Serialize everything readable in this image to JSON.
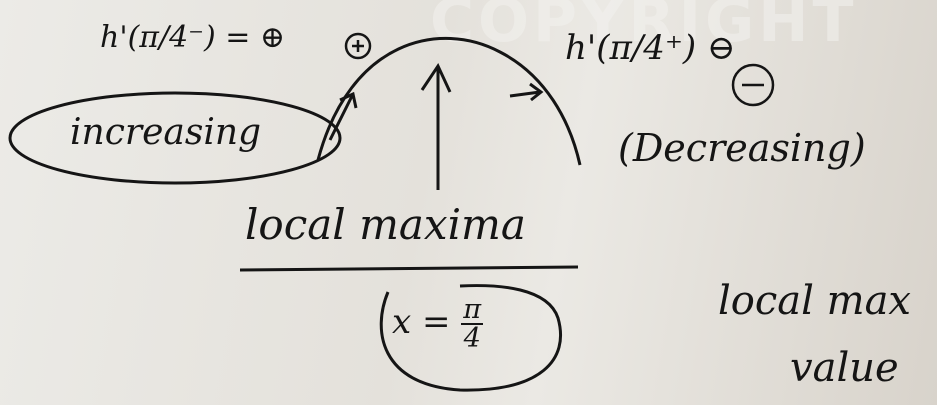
{
  "notes": {
    "left_derivative_label": "h'(π/4⁻) = ⊕",
    "right_derivative_label": "h'(π/4⁺) ⊖",
    "increasing_label": "increasing",
    "decreasing_label": "(Decreasing)",
    "local_maxima_label": "local maxima",
    "x_lhs": "x =",
    "x_num": "π",
    "x_den": "4",
    "local_max_value_line1": "local max",
    "local_max_value_line2": "value"
  },
  "colors": {
    "ink": "#151515",
    "paper": "#e7e4df"
  }
}
